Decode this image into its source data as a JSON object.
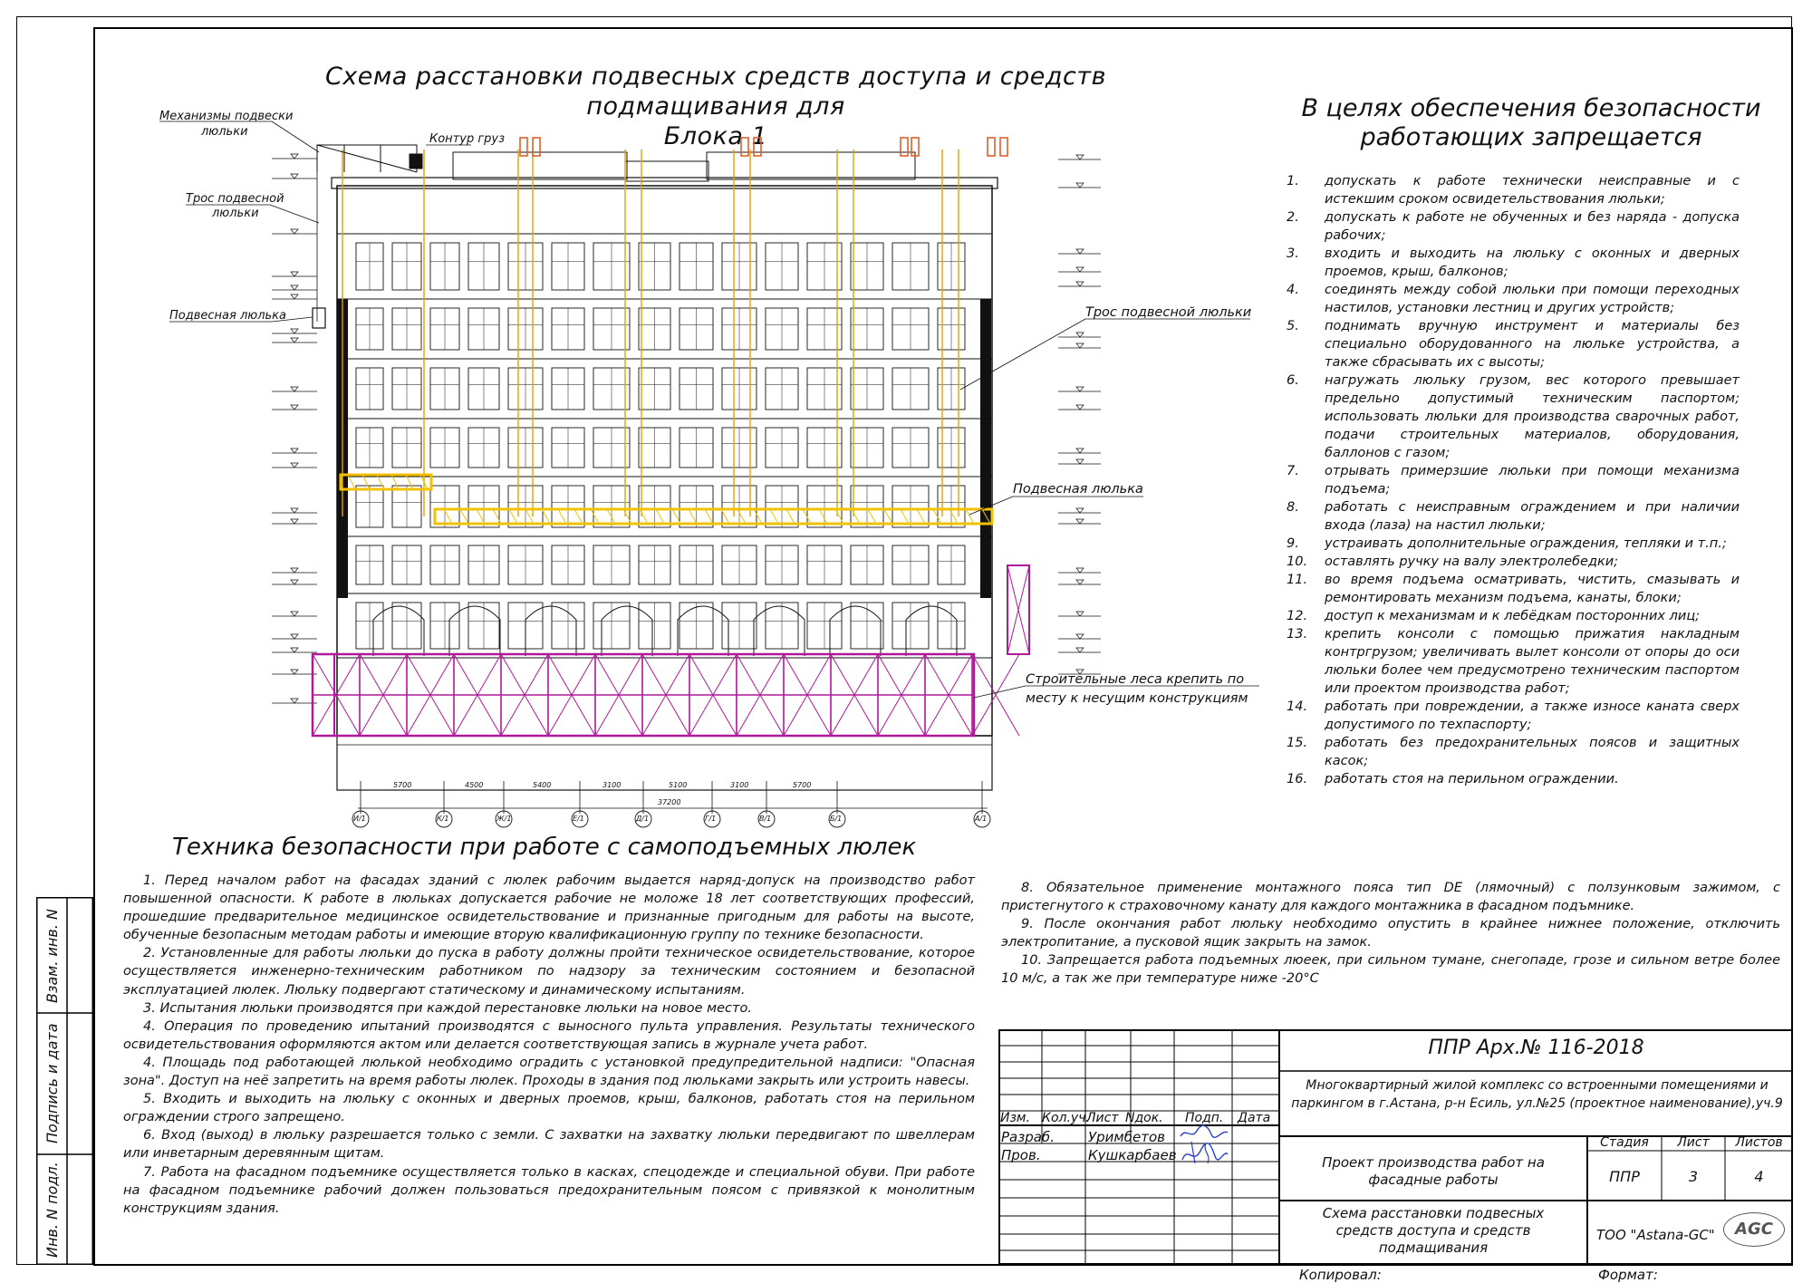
{
  "drawing": {
    "title_line1": "Схема расстановки подвесных средств доступа и средств подмащивания для",
    "title_line2": "Блока 1",
    "labels": {
      "mechanisms_line1": "Механизмы подвески",
      "mechanisms_line2": "люльки",
      "counterweight": "Контур груз",
      "rope_left_line1": "Трос подвесной",
      "rope_left_line2": "люльки",
      "cradle_left": "Подвесная люлька",
      "rope_right": "Трос подвесной люльки",
      "cradle_right": "Подвесная люлька",
      "scaffold_line1": "Строительные леса крепить по",
      "scaffold_line2": "месту к несущим конструкциям"
    },
    "axes": [
      "И/1",
      "К/1",
      "Ж/1",
      "Е/1",
      "Д/1",
      "Г/1",
      "В/1",
      "Б/1",
      "А/1"
    ],
    "dims": [
      "5700",
      "4500",
      "5400",
      "3100",
      "5100",
      "3100",
      "5700"
    ],
    "total_dim": "37200"
  },
  "rules": {
    "title_line1": "В целях обеспечения безопасности",
    "title_line2": "работающих запрещается",
    "items": [
      {
        "n": "1.",
        "text": "допускать к работе технически неисправные и с истекшим сроком освидетельствования люльки;"
      },
      {
        "n": "2.",
        "text": "допускать к работе не обученных и без наряда - допуска рабочих;"
      },
      {
        "n": "3.",
        "text": "входить и выходить на люльку с оконных и дверных проемов, крыш, балконов;"
      },
      {
        "n": "4.",
        "text": "соединять между собой люльки при помощи переходных настилов, установки лестниц и других устройств;"
      },
      {
        "n": "5.",
        "text": "поднимать вручную инструмент и материалы без специально оборудованного на люльке устройства, а также сбрасывать их с высоты;"
      },
      {
        "n": "6.",
        "text": "нагружать люльку грузом, вес которого превышает предельно допустимый техническим паспортом; использовать люльки для производства сварочных работ, подачи строительных материалов, оборудования, баллонов с газом;"
      },
      {
        "n": "7.",
        "text": "отрывать примерзшие люльки при помощи механизма подъема;"
      },
      {
        "n": "8.",
        "text": "работать с неисправным ограждением и при наличии входа (лаза) на настил люльки;"
      },
      {
        "n": "9.",
        "text": "устраивать дополнительные ограждения, тепляки и т.п.;"
      },
      {
        "n": "10.",
        "text": "оставлять ручку на валу электролебедки;"
      },
      {
        "n": "11.",
        "text": "во время подъема осматривать, чистить, смазывать и ремонтировать механизм подъема, канаты, блоки;"
      },
      {
        "n": "12.",
        "text": "доступ к механизмам и к лебёдкам посторонних лиц;"
      },
      {
        "n": "13.",
        "text": "крепить консоли с помощью прижатия накладным контргрузом; увеличивать вылет консоли от опоры до оси люльки более чем предусмотрено техническим паспортом или проектом производства работ;"
      },
      {
        "n": "14.",
        "text": "работать при повреждении, а также износе каната сверх допустимого по техпаспорту;"
      },
      {
        "n": "15.",
        "text": "работать без предохранительных поясов и защитных касок;"
      },
      {
        "n": "16.",
        "text": "работать стоя на перильном ограждении."
      }
    ]
  },
  "safety": {
    "title": "Техника безопасности при работе с самоподъемных люлек",
    "left": [
      "1. Перед началом работ на фасадах зданий с люлек рабочим выдается наряд-допуск на производство работ повышенной опасности. К работе в люльках допускается рабочие не моложе 18 лет соответствующих профессий, прошедшие предварительное медицинское освидетельствование и признанные пригодным для работы на высоте, обученные безопасным методам работы и имеющие вторую квалификационную группу по технике безопасности.",
      "2. Установленные для работы люльки до пуска в работу должны пройти техническое освидетельствование, которое осуществляется инженерно-техническим работником по надзору за техническим состоянием и безопасной эксплуатацией люлек. Люльку подвергают статическому и динамическому испытаниям.",
      "3. Испытания люльки производятся при каждой перестановке люльки на новое место.",
      "4. Операция по проведению ипытаний производятся с выносного пульта управления. Результаты технического освидетельствования оформляются актом или делается соответствующая запись в журнале учета работ.",
      "4. Площадь под работающей люлькой необходимо оградить с установкой предупредительной надписи: \"Опасная зона\". Доступ на неё запретить на время работы люлек. Проходы в здания под люльками закрыть или устроить навесы.",
      "5. Входить и выходить на люльку с оконных и дверных проемов, крыш, балконов, работать стоя на перильном ограждении строго запрещено.",
      "6. Вход (выход) в люльку разрешается только с земли. С захватки на захватку люльки передвигают по швеллерам или инветарным деревянным щитам.",
      "7. Работа на фасадном подъемнике осуществляется только в касках, спецодежде и специальной обуви. При работе на фасадном подъемнике рабочий должен пользоваться предохранительным поясом с привязкой к монолитным конструкциям здания."
    ],
    "right": [
      "8. Обязательное применение монтажного пояса тип DE (лямочный) с ползунковым зажимом, с пристегнутого к страховочному канату для каждого монтажника в фасадном подъмнике.",
      "9. После окончания работ люльку необходимо опустить в крайнее нижнее положение, отключить электропитание, а пусковой ящик закрыть на замок.",
      "10. Запрещается работа подъемных люеек, при сильном тумане, снегопаде, грозе и сильном ветре более 10 м/с, а так же при температуре ниже -20°С"
    ]
  },
  "sidebar": {
    "inv_podl": "Инв. N подл.",
    "podpis": "Подпись и дата",
    "vzam": "Взам. инв. N"
  },
  "stamp": {
    "code": "ППР Арх.№ 116-2018",
    "project": "Многоквартирный жилой комплекс со встроенными помещениями и паркингом в г.Астана, р-н Есиль, ул.№25 (проектное наименование),уч.9",
    "headers": {
      "izm": "Изм.",
      "kol": "Кол.уч.",
      "list": "Лист",
      "ndok": "Nдок.",
      "podp": "Подп.",
      "data": "Дата"
    },
    "razrab_role": "Разраб.",
    "razrab_name": "Уримбетов",
    "prov_role": "Пров.",
    "prov_name": "Кушкарбаев",
    "work_title": "Проект производства работ на фасадные работы",
    "stage_h": "Стадия",
    "sheet_h": "Лист",
    "sheets_h": "Листов",
    "stage": "ППР",
    "sheet": "3",
    "sheets": "4",
    "sheet_title": "Схема расстановки подвесных средств доступа и средств подмащивания",
    "company": "ТОО \"Astana-GC\"",
    "logo": "AGC",
    "kopiroval": "Копировал:",
    "format": "Формат:"
  },
  "colors": {
    "cradle": "#f2c200",
    "scaffold": "#b0189a",
    "rope": "#e0a300",
    "mechanism": "#e0602a",
    "ink": "#111111"
  }
}
